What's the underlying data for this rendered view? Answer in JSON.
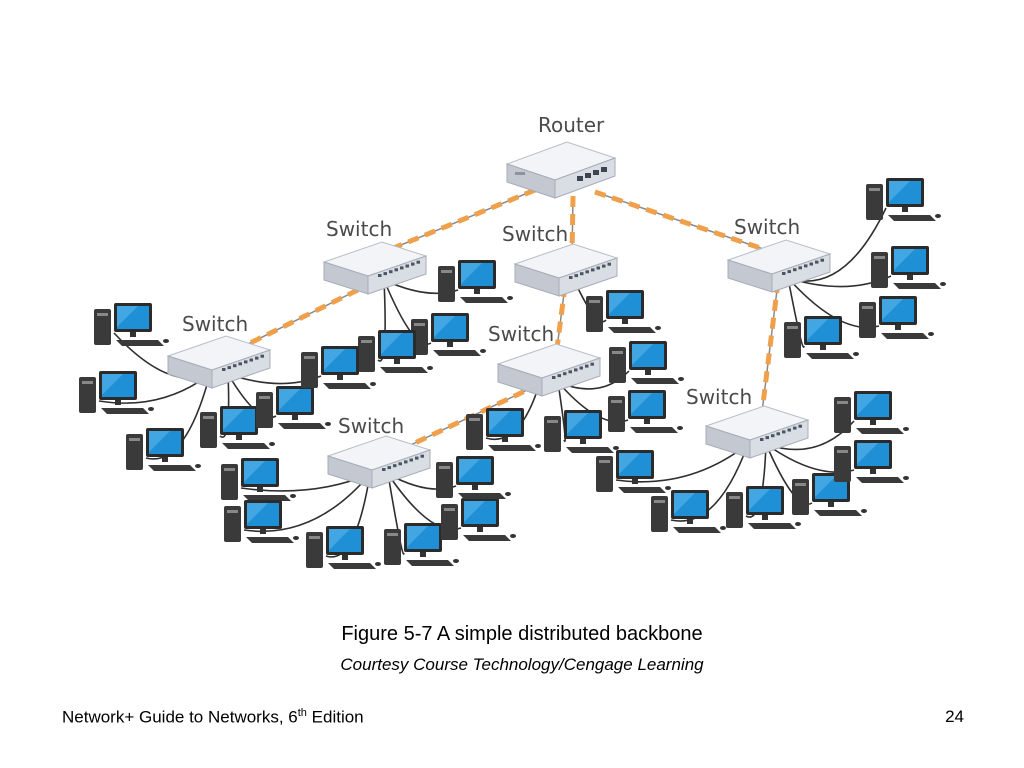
{
  "diagram": {
    "router_label": "Router",
    "switch_label": "Switch"
  },
  "caption": {
    "figure": "Figure 5-7 A simple distributed backbone",
    "credit": "Courtesy Course Technology/Cengage Learning"
  },
  "footer": {
    "book_title_pre": "Network+ Guide to Networks, 6",
    "edition_sup": "th",
    "book_title_post": " Edition",
    "page_number": "24"
  },
  "colors": {
    "backbone_link": "#f0a04b",
    "cable": "#2f2f2f",
    "device_body": "#d9dde4",
    "device_top": "#f2f4f7",
    "screen": "#1f8fd6",
    "pc_case": "#3a3a3a"
  }
}
